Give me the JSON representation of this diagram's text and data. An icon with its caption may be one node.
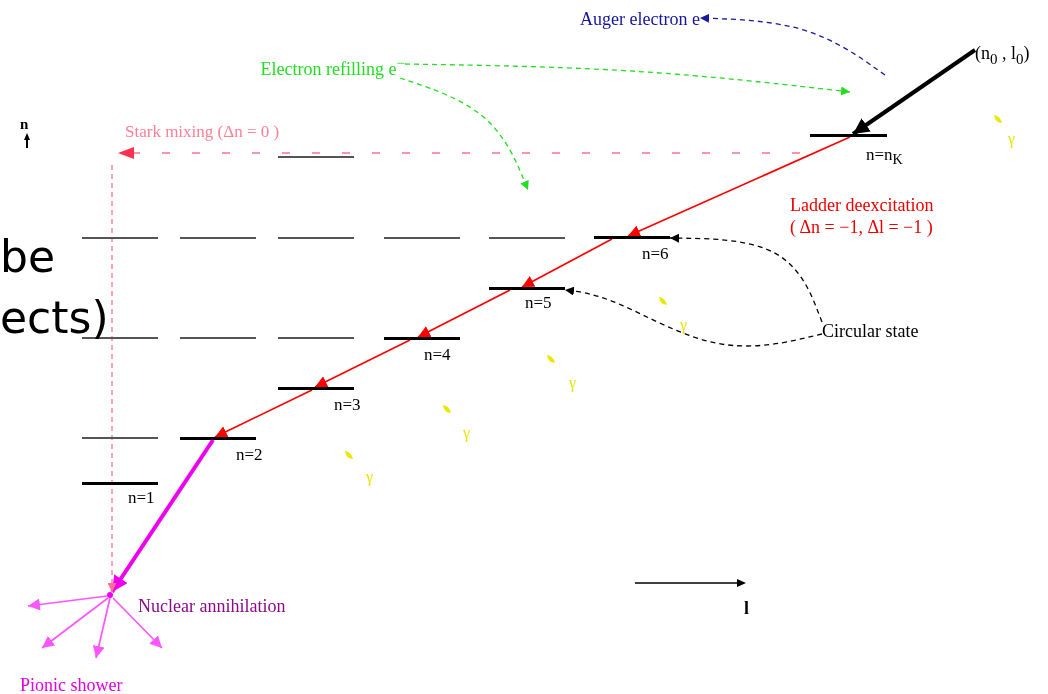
{
  "diagram": {
    "nodes": [
      {
        "text": [
          "Auger electron e"
        ]
      },
      {
        "text": [
          "Electron refilling e$^{−}$"
        ]
      },
      {
        "text": [
          "(n$_{0}$ , l$_{0}$)"
        ]
      },
      {
        "text": [],
        "shape": "bar",
        "beside": [
          "n=n$_{K}$"
        ]
      },
      {
        "text": [],
        "shape": "bar"
      },
      {
        "text": [],
        "shape": "bar"
      },
      {
        "text": [],
        "shape": "bar"
      },
      {
        "text": [],
        "shape": "bar"
      },
      {
        "text": [],
        "shape": "bar"
      },
      {
        "text": [],
        "shape": "bar"
      },
      {
        "text": [],
        "shape": "bar",
        "beside": [
          "n=6"
        ]
      },
      {
        "text": [],
        "shape": "bar",
        "beside": [
          "n=5"
        ]
      },
      {
        "text": [],
        "shape": "bar"
      },
      {
        "text": [],
        "shape": "bar"
      },
      {
        "text": [],
        "shape": "bar"
      },
      {
        "text": [],
        "shape": "bar",
        "beside": [
          "n=4"
        ]
      },
      {
        "text": [],
        "shape": "bar",
        "beside": [
          "n=3"
        ]
      },
      {
        "text": [],
        "shape": "bar"
      },
      {
        "text": [],
        "shape": "bar",
        "beside": [
          "n=2"
        ]
      },
      {
        "text": [],
        "shape": "bar",
        "beside": [
          "n=1"
        ]
      },
      {
        "text": [
          "Circular state"
        ]
      },
      {
        "text": [],
        "shape": "circle"
      }
    ],
    "edges": [
      {
        "from": null,
        "to": 0,
        "arrow": "to",
        "style": "dashed",
        "color": "#1a1aa0"
      },
      {
        "from": 1,
        "to": null,
        "arrow": "to",
        "style": "dashed",
        "color": "#22dd22"
      },
      {
        "from": 1,
        "to": null,
        "arrow": "to",
        "style": "dashed",
        "color": "#22dd22"
      },
      {
        "from": 2,
        "to": 3,
        "arrow": "to",
        "style": "thick",
        "color": "#000000"
      },
      {
        "from": 3,
        "to": 10,
        "arrow": "to"
      },
      {
        "from": 10,
        "to": 11,
        "arrow": "to"
      },
      {
        "from": 11,
        "to": 15,
        "arrow": "to"
      },
      {
        "from": 15,
        "to": 16,
        "arrow": "to"
      },
      {
        "from": 16,
        "to": 18,
        "arrow": "to"
      },
      {
        "from": 18,
        "to": 21,
        "arrow": "to",
        "style": "thick",
        "color": "#ee00ee"
      },
      {
        "from": 20,
        "to": 10,
        "arrow": "to",
        "style": "dashed",
        "color": "#000000"
      },
      {
        "from": 20,
        "to": 11,
        "arrow": "to",
        "style": "dashed",
        "color": "#000000"
      },
      {
        "from": null,
        "to": 21,
        "arrow": "to",
        "style": "dashed",
        "color": "#ff7090"
      },
      {
        "from": 21,
        "to": null,
        "arrow": "to",
        "color": "#ff55ff"
      },
      {
        "from": 21,
        "to": null,
        "arrow": "to",
        "color": "#ff55ff"
      },
      {
        "from": 21,
        "to": null,
        "arrow": "to",
        "color": "#ff55ff"
      },
      {
        "from": 21,
        "to": null,
        "arrow": "to",
        "color": "#ff55ff"
      }
    ],
    "labels": [
      "n",
      "Stark mixing (Δn = 0 )",
      "γ",
      "Ladder deexcitation",
      "( Δn = −1, Δl = −1 )",
      "be",
      "γ",
      "ects)",
      "γ",
      "γ",
      "γ",
      "Nuclear annihilation",
      "l",
      "Pionic shower"
    ]
  }
}
